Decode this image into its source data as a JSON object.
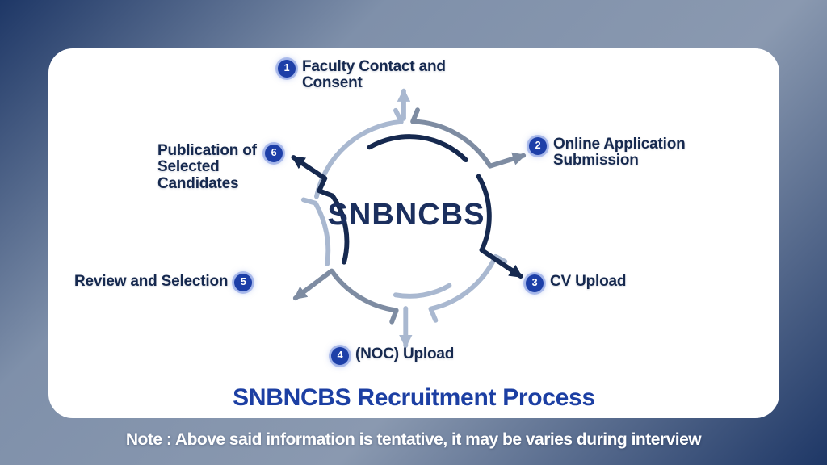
{
  "center": {
    "label": "SNBNCBS"
  },
  "steps": [
    {
      "number": "1",
      "label": "Faculty Contact and Consent",
      "line1": "Faculty Contact and",
      "line2": "Consent"
    },
    {
      "number": "2",
      "label": "Online Application Submission",
      "line1": "Online Application",
      "line2": "Submission"
    },
    {
      "number": "3",
      "label": "CV Upload"
    },
    {
      "number": "4",
      "label": "(NOC) Upload"
    },
    {
      "number": "5",
      "label": "Review and Selection"
    },
    {
      "number": "6",
      "label": "Publication of Selected Candidates",
      "line1": "Publication of",
      "line2": "Selected",
      "line3": "Candidates"
    }
  ],
  "title": {
    "text": "SNBNCBS Recruitment Process"
  },
  "note": {
    "text": "Note : Above said information is tentative, it may be varies during interview"
  },
  "colors": {
    "background_corner": "#1e3766",
    "background_mid": "#8a99b0",
    "card": "#ffffff",
    "badge_blue": "#1d3fa8",
    "step_text_navy": "#16294f",
    "title_blue": "#1c3fa3",
    "note_white": "#ffffff",
    "arc_light": "#a9b8d0",
    "arc_medium": "#7e8ca2",
    "arc_dark": "#16294f"
  }
}
